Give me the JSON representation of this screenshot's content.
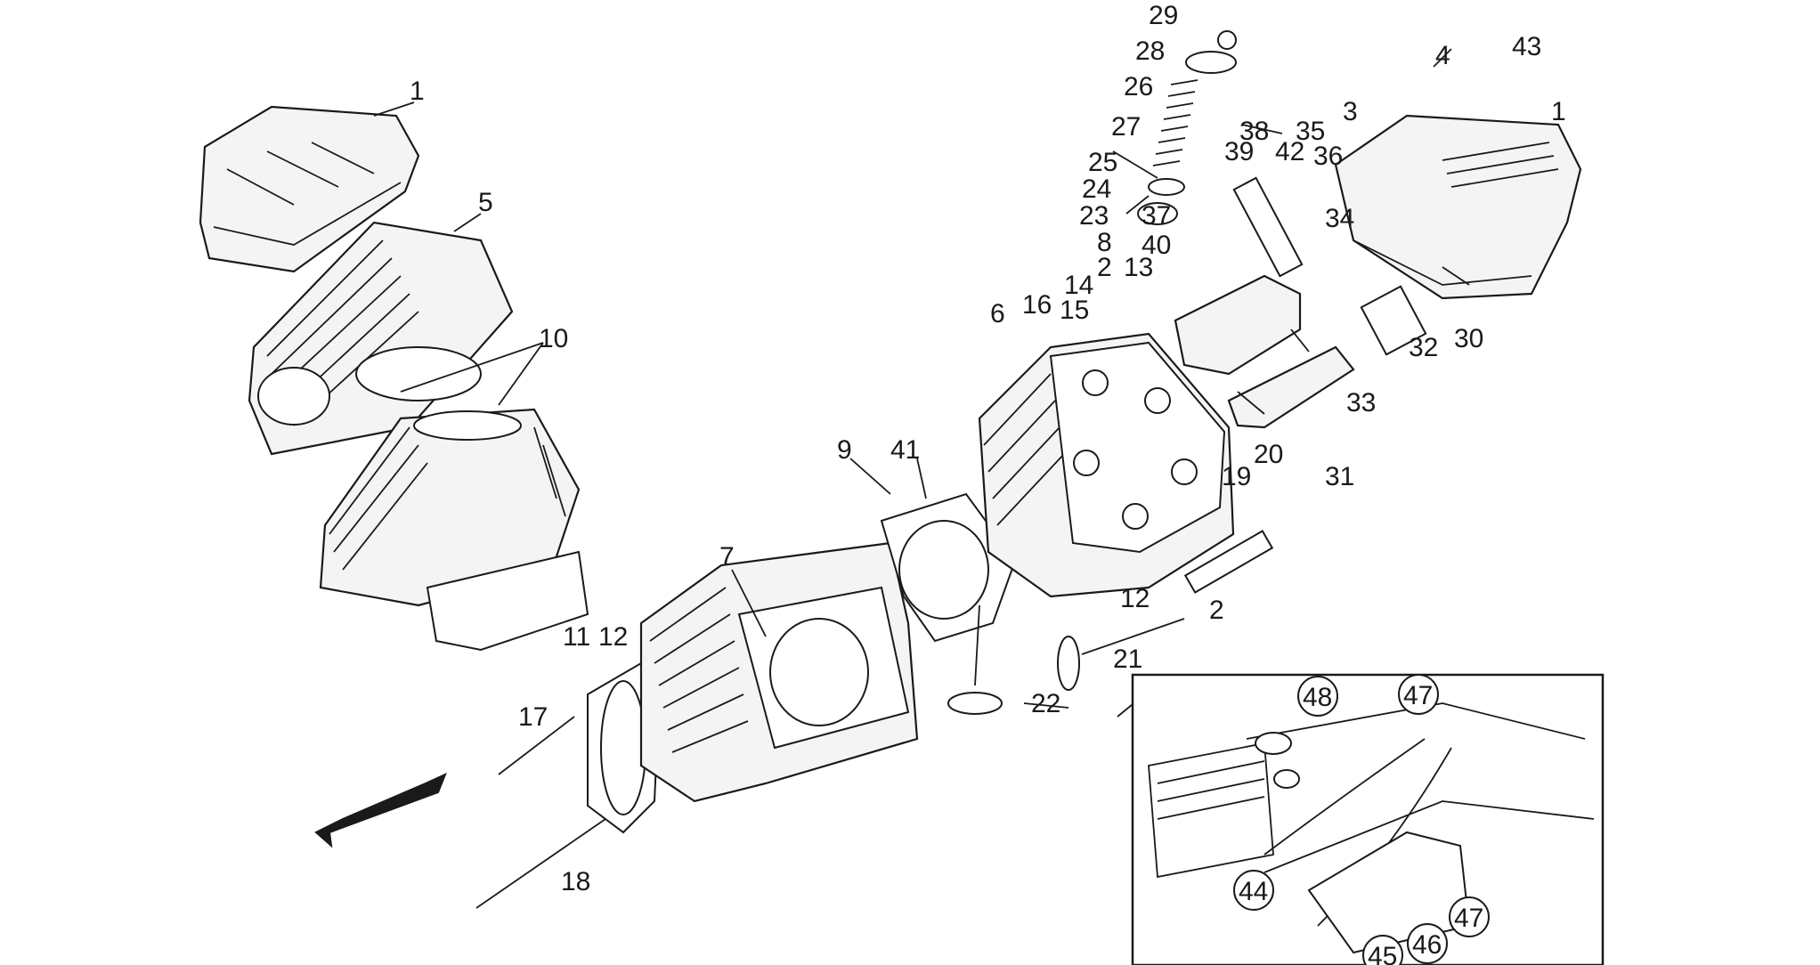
{
  "callouts": {
    "c1a": "1",
    "c1b": "1",
    "c2a": "2",
    "c2b": "2",
    "c3": "3",
    "c4": "4",
    "c5": "5",
    "c6": "6",
    "c7": "7",
    "c8": "8",
    "c9": "9",
    "c10": "10",
    "c11": "11",
    "c12a": "12",
    "c12b": "12",
    "c13": "13",
    "c14": "14",
    "c15": "15",
    "c16": "16",
    "c17": "17",
    "c18": "18",
    "c19": "19",
    "c20": "20",
    "c21": "21",
    "c22": "22",
    "c23": "23",
    "c24": "24",
    "c25": "25",
    "c26": "26",
    "c27": "27",
    "c28": "28",
    "c29": "29",
    "c30": "30",
    "c31": "31",
    "c32": "32",
    "c33": "33",
    "c34": "34",
    "c35": "35",
    "c36": "36",
    "c37": "37",
    "c38": "38",
    "c39": "39",
    "c40": "40",
    "c41": "41",
    "c42": "42",
    "c43": "43"
  },
  "inset_callouts": {
    "i44": "44",
    "i45": "45",
    "i46": "46",
    "i47a": "47",
    "i47b": "47",
    "i48": "48"
  },
  "colors": {
    "line": "#1a1a1a",
    "paper": "#ffffff",
    "shade": "#f4f4f4"
  },
  "icons": {
    "direction": "direction-arrow-icon"
  }
}
